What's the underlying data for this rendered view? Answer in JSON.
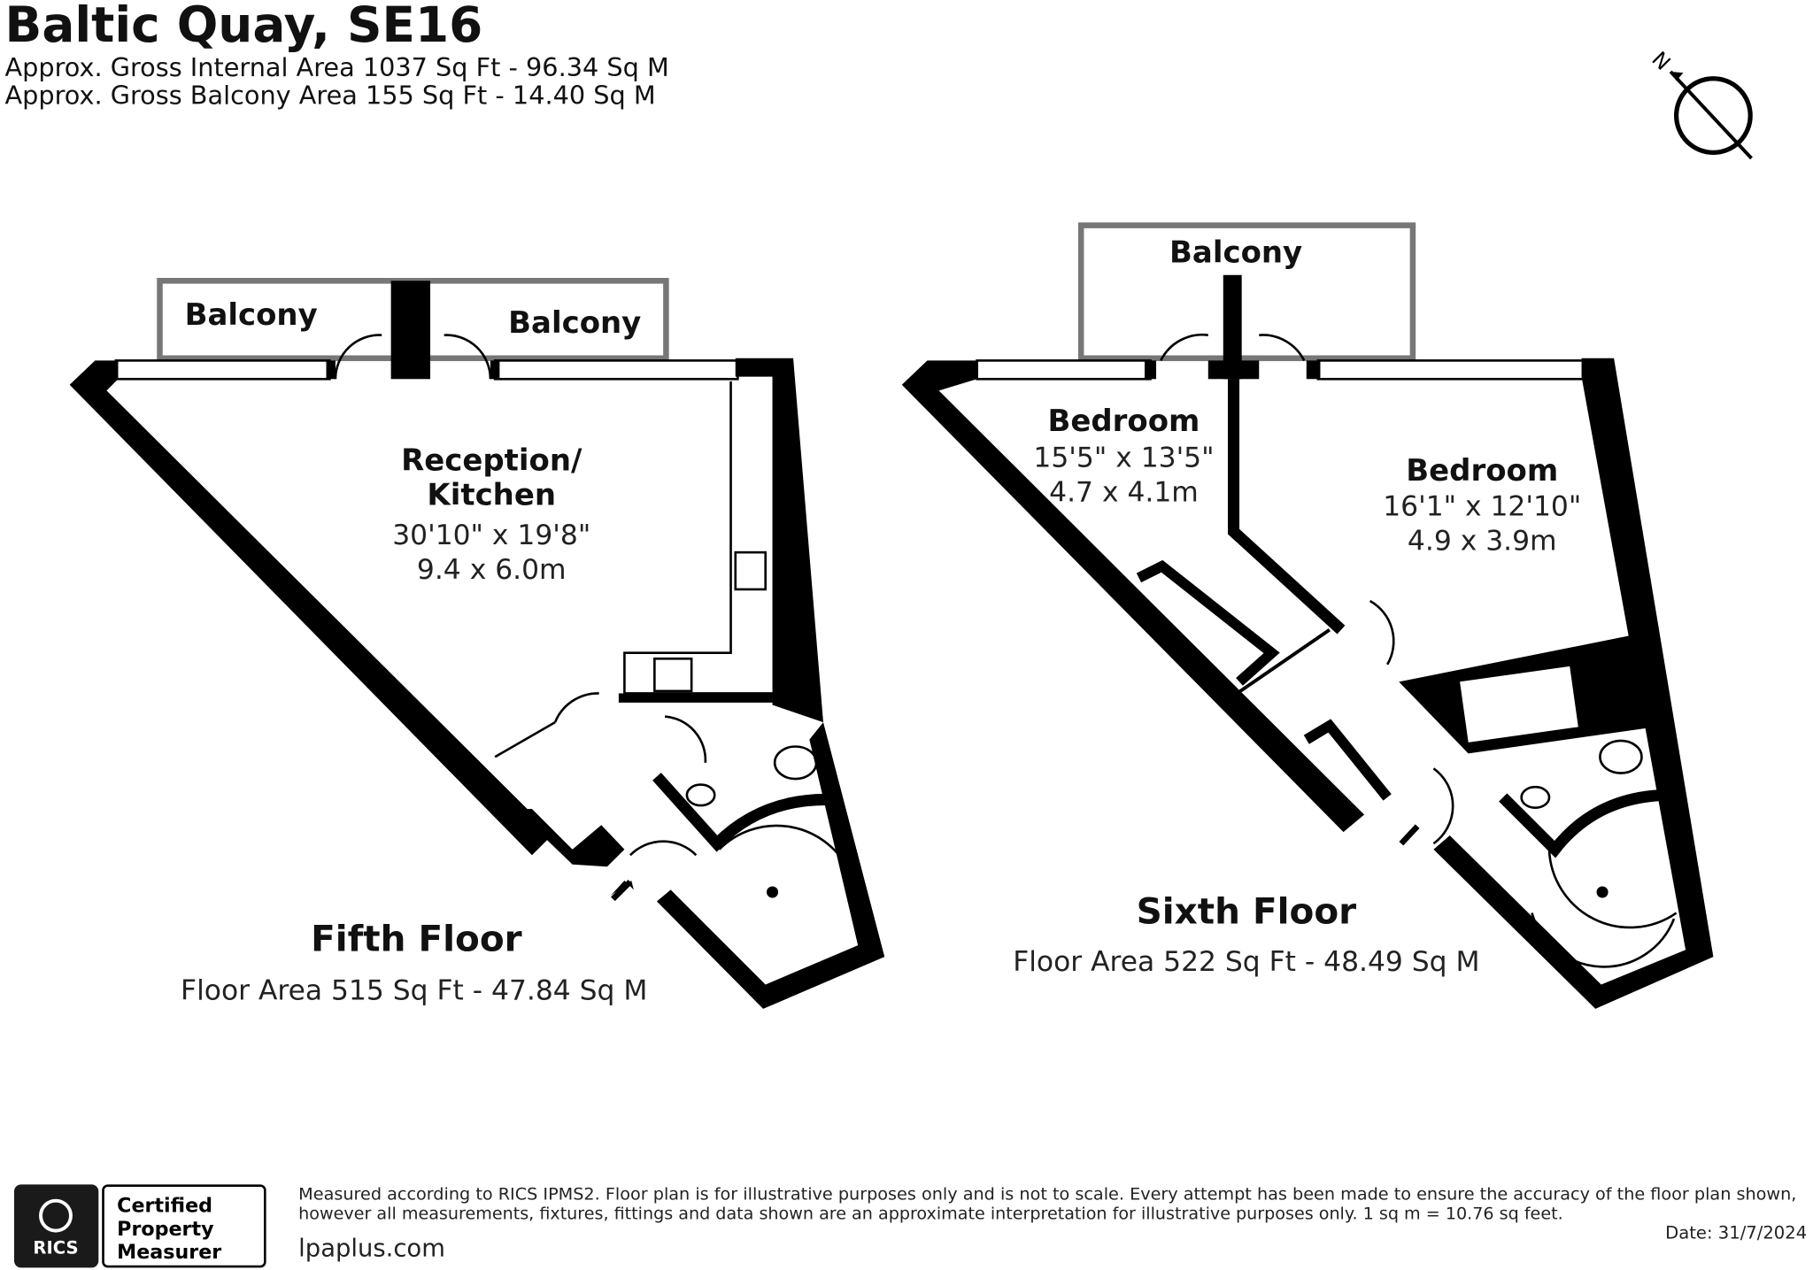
{
  "header": {
    "title": "Baltic Quay, SE16",
    "internal_area": "Approx. Gross Internal Area 1037 Sq Ft - 96.34 Sq M",
    "balcony_area": "Approx. Gross Balcony Area 155 Sq Ft - 14.40 Sq M"
  },
  "compass": {
    "label": "N"
  },
  "fifth_floor": {
    "balcony_left": "Balcony",
    "balcony_right": "Balcony",
    "room_name_1": "Reception/",
    "room_name_2": "Kitchen",
    "room_imperial": "30'10\" x 19'8\"",
    "room_metric": "9.4 x 6.0m",
    "title": "Fifth Floor",
    "area": "Floor Area 515 Sq Ft - 47.84 Sq M"
  },
  "sixth_floor": {
    "balcony": "Balcony",
    "bedroom1_name": "Bedroom",
    "bedroom1_imperial": "15'5\" x 13'5\"",
    "bedroom1_metric": "4.7 x 4.1m",
    "bedroom2_name": "Bedroom",
    "bedroom2_imperial": "16'1\" x 12'10\"",
    "bedroom2_metric": "4.9 x 3.9m",
    "title": "Sixth Floor",
    "area": "Floor Area 522 Sq Ft - 48.49 Sq M"
  },
  "footer": {
    "rics_logo_text": "RICS",
    "badge_line1": "Certified",
    "badge_line2": "Property",
    "badge_line3": "Measurer",
    "disclaimer_line1": "Measured according to RICS IPMS2. Floor plan is for illustrative purposes only and is not to scale. Every attempt has been made to ensure the accuracy of the floor plan shown,",
    "disclaimer_line2": "however all measurements, fixtures, fittings and data shown are an approximate interpretation for illustrative purposes only. 1 sq m = 10.76 sq feet.",
    "website": "lpaplus.com",
    "date": "Date: 31/7/2024"
  }
}
